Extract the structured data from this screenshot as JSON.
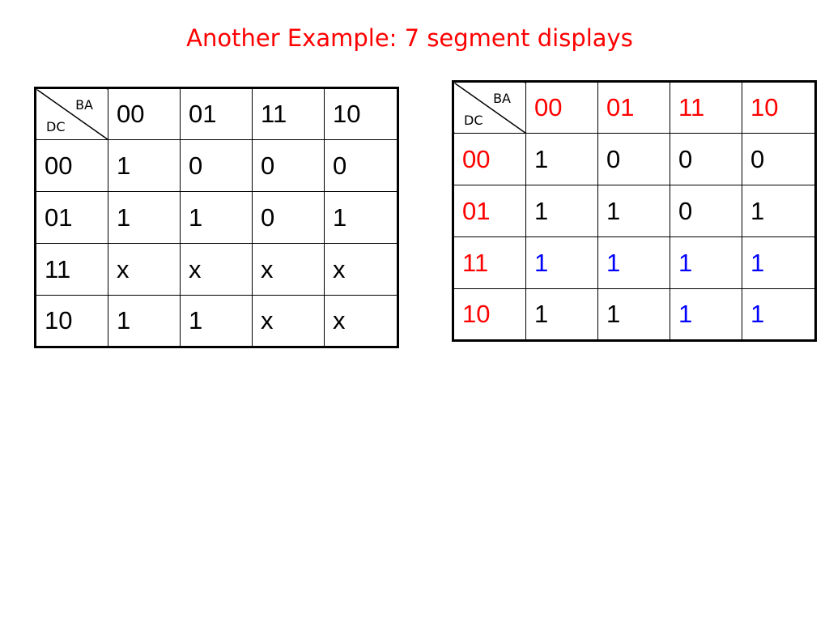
{
  "title": "Another Example: 7 segment displays",
  "colors": {
    "title": "#ff0000",
    "header": "#ff0000",
    "highlight": "#0000ff",
    "default": "#000000"
  },
  "tables": [
    {
      "corner": {
        "top": "BA",
        "bottom": "DC"
      },
      "col_headers": [
        "00",
        "01",
        "11",
        "10"
      ],
      "row_headers": [
        "00",
        "01",
        "11",
        "10"
      ],
      "cells": [
        [
          "1",
          "0",
          "0",
          "0"
        ],
        [
          "1",
          "1",
          "0",
          "1"
        ],
        [
          "x",
          "x",
          "x",
          "x"
        ],
        [
          "1",
          "1",
          "x",
          "x"
        ]
      ]
    },
    {
      "corner": {
        "top": "BA",
        "bottom": "DC"
      },
      "col_headers": [
        "00",
        "01",
        "11",
        "10"
      ],
      "row_headers": [
        "00",
        "01",
        "11",
        "10"
      ],
      "cells": [
        [
          "1",
          "0",
          "0",
          "0"
        ],
        [
          "1",
          "1",
          "0",
          "1"
        ],
        [
          "1",
          "1",
          "1",
          "1"
        ],
        [
          "1",
          "1",
          "1",
          "1"
        ]
      ]
    }
  ]
}
